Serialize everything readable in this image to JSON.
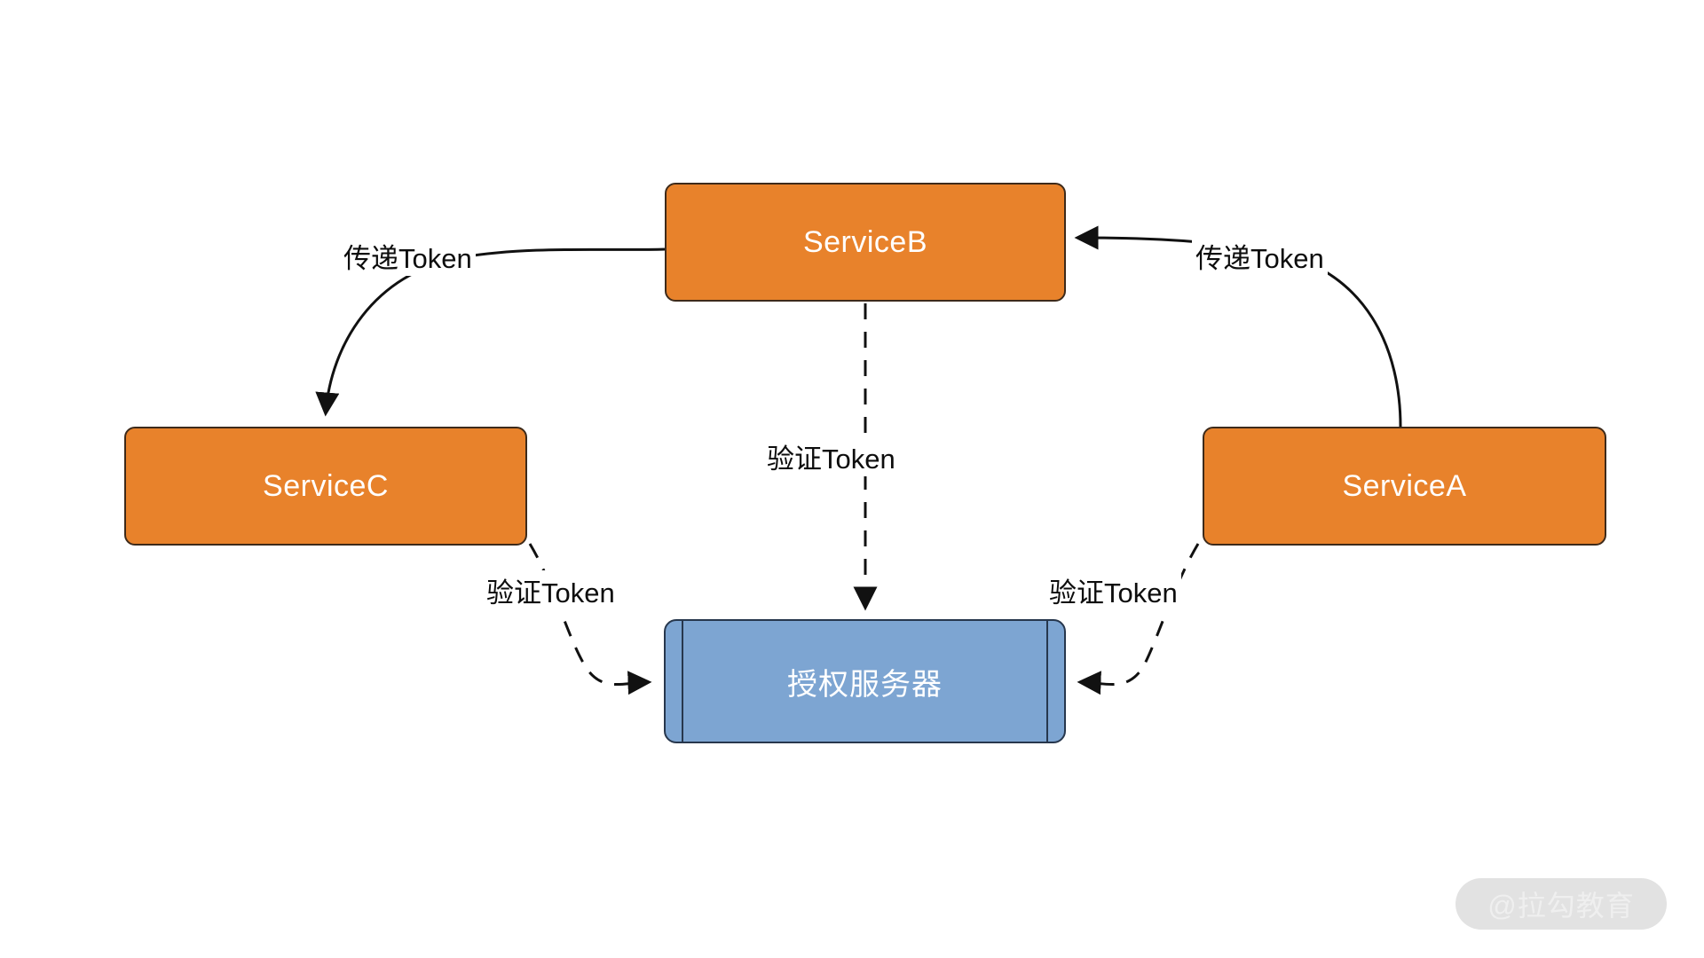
{
  "diagram": {
    "type": "flow-diagram",
    "background_color": "#ffffff",
    "nodes": [
      {
        "id": "service-b",
        "label": "ServiceB",
        "shape": "rounded-rect",
        "fill": "#E8822B",
        "text_color": "#ffffff"
      },
      {
        "id": "service-c",
        "label": "ServiceC",
        "shape": "rounded-rect",
        "fill": "#E8822B",
        "text_color": "#ffffff"
      },
      {
        "id": "service-a",
        "label": "ServiceA",
        "shape": "rounded-rect",
        "fill": "#E8822B",
        "text_color": "#ffffff"
      },
      {
        "id": "auth-server",
        "label": "授权服务器",
        "shape": "cylinder",
        "fill": "#7DA5D2",
        "text_color": "#ffffff"
      }
    ],
    "edges": [
      {
        "id": "a-to-b",
        "from": "ServiceA",
        "to": "ServiceB",
        "label": "传递Token",
        "style": "solid"
      },
      {
        "id": "b-to-c",
        "from": "ServiceB",
        "to": "ServiceC",
        "label": "传递Token",
        "style": "solid"
      },
      {
        "id": "b-to-auth",
        "from": "ServiceB",
        "to": "授权服务器",
        "label": "验证Token",
        "style": "dashed"
      },
      {
        "id": "c-to-auth",
        "from": "ServiceC",
        "to": "授权服务器",
        "label": "验证Token",
        "style": "dashed"
      },
      {
        "id": "a-to-auth",
        "from": "ServiceA",
        "to": "授权服务器",
        "label": "验证Token",
        "style": "dashed"
      }
    ]
  },
  "labels": {
    "pass_token_left": "传递Token",
    "pass_token_right": "传递Token",
    "verify_token_middle": "验证Token",
    "verify_token_left": "验证Token",
    "verify_token_right": "验证Token"
  },
  "watermark": {
    "text": "@拉勾教育",
    "pill_color": "#e2e2e2",
    "text_color": "#efefef"
  }
}
